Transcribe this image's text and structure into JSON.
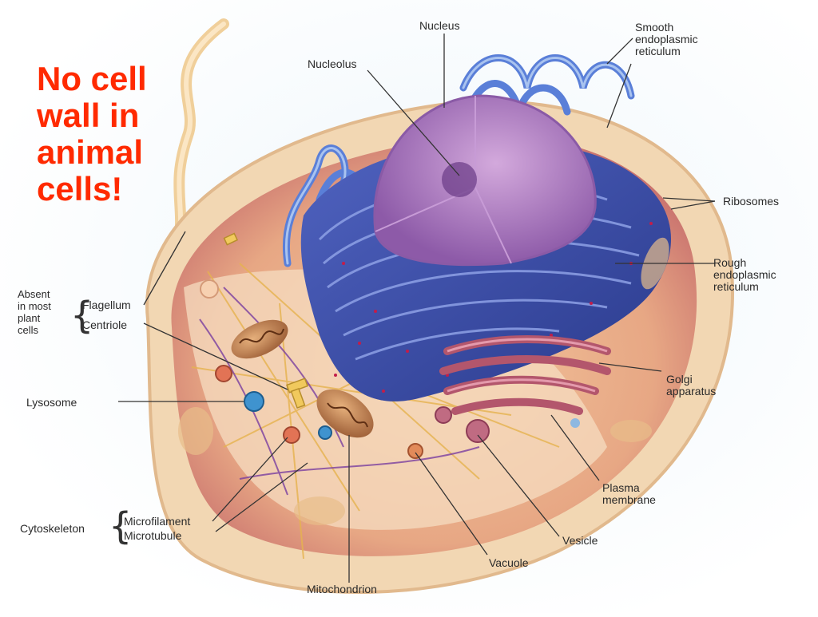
{
  "callout": "No cell\nwall in\nanimal\ncells!",
  "labels": {
    "nucleus": "Nucleus",
    "nucleolus": "Nucleolus",
    "smooth_er": "Smooth\nendoplasmic\nreticulum",
    "ribosomes": "Ribosomes",
    "rough_er": "Rough\nendoplasmic\nreticulum",
    "golgi": "Golgi\napparatus",
    "plasma_membrane": "Plasma\nmembrane",
    "vesicle": "Vesicle",
    "vacuole": "Vacuole",
    "mitochondrion": "Mitochondrion",
    "microfilament": "Microfilament",
    "microtubule": "Microtubule",
    "cytoskeleton": "Cytoskeleton",
    "lysosome": "Lysosome",
    "flagellum": "Flagellum",
    "centriole": "Centriole",
    "absent_group": "Absent\nin most\nplant\ncells"
  },
  "colors": {
    "callout": "#ff2a00",
    "cytoplasm": "#f6d9b6",
    "membrane": "#e9c99c",
    "nucleus": "#b78ac8",
    "rough_er": "#3c4fa8",
    "smooth_er": "#5b7fd6",
    "golgi": "#c4677c",
    "leader_line": "#333333"
  }
}
